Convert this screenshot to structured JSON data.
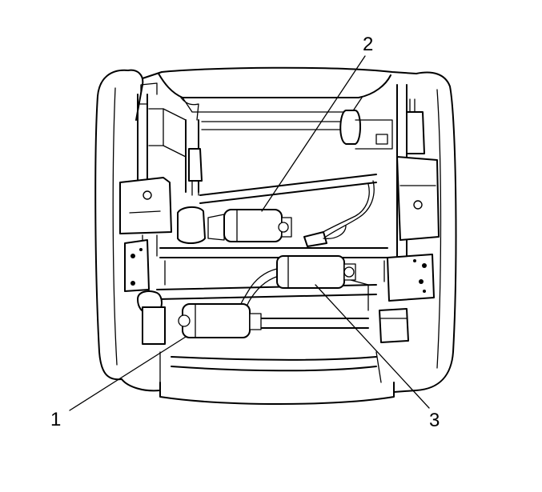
{
  "callouts": [
    {
      "id": "1",
      "label": "1",
      "part": "motor-1"
    },
    {
      "id": "2",
      "label": "2",
      "part": "motor-2"
    },
    {
      "id": "3",
      "label": "3",
      "part": "motor-3"
    }
  ],
  "colors": {
    "line": "#000000",
    "background": "#ffffff"
  }
}
